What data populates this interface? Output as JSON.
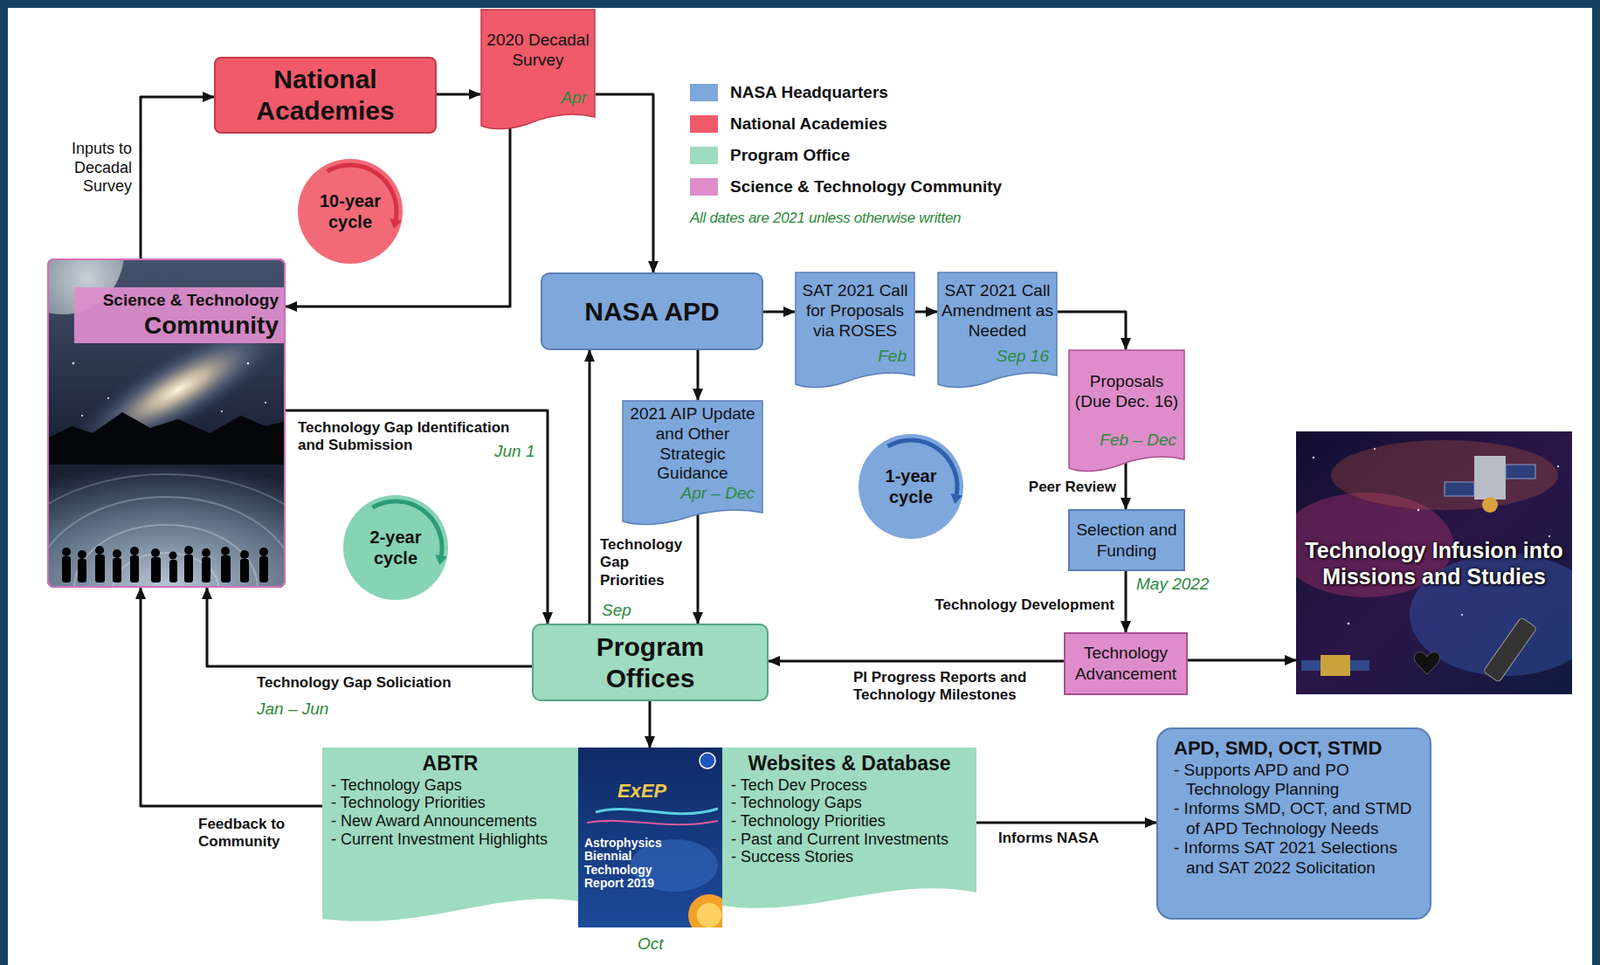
{
  "diagram": {
    "nodes": [
      {
        "text": [
          "National Academies"
        ]
      },
      {
        "text": [
          "2020 Decadal Survey",
          "Apr"
        ]
      },
      {
        "text": [
          "10-year cycle"
        ]
      },
      {
        "text": [
          "Science & Technology",
          "Community"
        ]
      },
      {
        "text": [
          "NASA APD"
        ]
      },
      {
        "text": [
          "SAT 2021 Call for Proposals via ROSES",
          "Feb"
        ]
      },
      {
        "text": [
          "SAT 2021 Call Amendment as Needed",
          "Sep 16"
        ]
      },
      {
        "text": [
          "Proposals (Due Dec. 16)",
          "Feb – Dec"
        ]
      },
      {
        "text": [
          "2021 AIP Update and Other Strategic Guidance",
          "Apr – Dec"
        ]
      },
      {
        "text": [
          "1-year cycle"
        ]
      },
      {
        "text": [
          "2-year cycle"
        ]
      },
      {
        "text": [
          "Selection and Funding",
          "May 2022"
        ]
      },
      {
        "text": [
          "Technology Infusion into Missions and Studies"
        ]
      },
      {
        "text": [
          "Program Offices"
        ]
      },
      {
        "text": [
          "Technology Advancement"
        ]
      },
      {
        "text": [
          "Oct"
        ]
      },
      {
        "text": [
          "ABTR",
          "- Technology Gaps",
          "- Technology Priorities",
          "- New Award Announcements",
          "- Current Investment Highlights"
        ],
        "in": 15
      },
      {
        "text": [
          "Websites & Database",
          "- Tech Dev Process",
          "- Technology Gaps",
          "- Technology Priorities",
          "- Past and Current Investments",
          "- Success Stories"
        ],
        "in": 15
      },
      {
        "text": [
          "APD, SMD, OCT, STMD",
          "- Supports APD and PO Technology Planning",
          "- Informs SMD, OCT, and STMD of APD Technology Needs",
          "- Informs SAT 2021 Selections and SAT 2022 Solicitation"
        ]
      }
    ],
    "edges": [
      {
        "from": 3,
        "to": 0,
        "label": "Inputs to Decadal Survey",
        "arrow": "to"
      },
      {
        "from": 0,
        "to": 1,
        "arrow": "to"
      },
      {
        "from": 1,
        "to": 4,
        "arrow": "to"
      },
      {
        "from": 1,
        "to": 3,
        "arrow": "to"
      },
      {
        "from": 4,
        "to": 5,
        "arrow": "to"
      },
      {
        "from": 5,
        "to": 6,
        "arrow": "to"
      },
      {
        "from": 6,
        "to": 7,
        "arrow": "to"
      },
      {
        "from": 3,
        "to": 13,
        "label": "Technology Gap Identification and Submission",
        "arrow": "to"
      },
      {
        "from": 4,
        "to": 8,
        "arrow": "to"
      },
      {
        "from": 13,
        "to": 4,
        "label": "Technology Gap Priorities",
        "arrow": "to"
      },
      {
        "from": 8,
        "to": 13,
        "arrow": "to"
      },
      {
        "from": 7,
        "to": 11,
        "label": "Peer Review",
        "arrow": "to"
      },
      {
        "from": 11,
        "to": 14,
        "label": "Technology Development",
        "arrow": "to"
      },
      {
        "from": 14,
        "to": 13,
        "label": "PI Progress Reports and Technology Milestones",
        "arrow": "to"
      },
      {
        "from": 14,
        "to": 12,
        "arrow": "to"
      },
      {
        "from": 13,
        "to": 3,
        "label": "Technology Gap Soliciation",
        "arrow": "to"
      },
      {
        "from": 13,
        "to": 15,
        "arrow": "to"
      },
      {
        "from": 15,
        "to": 3,
        "label": "Feedback to Community",
        "arrow": "to"
      },
      {
        "from": 15,
        "to": 18,
        "label": "Informs NASA",
        "arrow": "to"
      }
    ],
    "labels": [
      "All dates are 2021 unless otherwise written",
      "Jun 1",
      "Sep",
      "Jan – Jun",
      "ExEP",
      "Astrophysics Biennial Technology Report 2019"
    ],
    "legend": [
      {
        "text": "NASA Headquarters",
        "color": "#7ea7dc"
      },
      {
        "text": "National Academies",
        "color": "#f05a6a"
      },
      {
        "text": "Program Office",
        "color": "#9edbc0"
      },
      {
        "text": "Science & Technology Community",
        "color": "#de8dca"
      }
    ]
  }
}
